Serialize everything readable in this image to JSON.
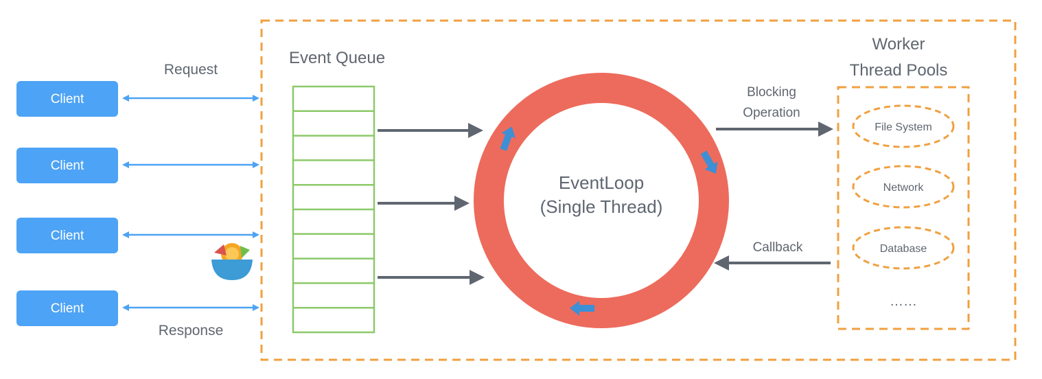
{
  "clients": [
    {
      "label": "Client"
    },
    {
      "label": "Client"
    },
    {
      "label": "Client"
    },
    {
      "label": "Client"
    }
  ],
  "request_label": "Request",
  "response_label": "Response",
  "event_queue": {
    "title": "Event Queue",
    "slots": 10
  },
  "event_loop": {
    "line1": "EventLoop",
    "line2": "(Single Thread)"
  },
  "blocking": {
    "line1": "Blocking",
    "line2": "Operation"
  },
  "callback_label": "Callback",
  "worker_pool": {
    "title_line1": "Worker",
    "title_line2": "Thread Pools",
    "items": [
      "File System",
      "Network",
      "Database"
    ],
    "more": "……"
  },
  "colors": {
    "client_fill": "#4da3f5",
    "client_arrow": "#4da3f5",
    "dashed_border": "#f0a040",
    "queue_border": "#8cc96a",
    "loop_ring": "#ed6b5c",
    "loop_arrow": "#3d8fd6",
    "flow_arrow": "#5f6670",
    "text": "#5f6670"
  }
}
